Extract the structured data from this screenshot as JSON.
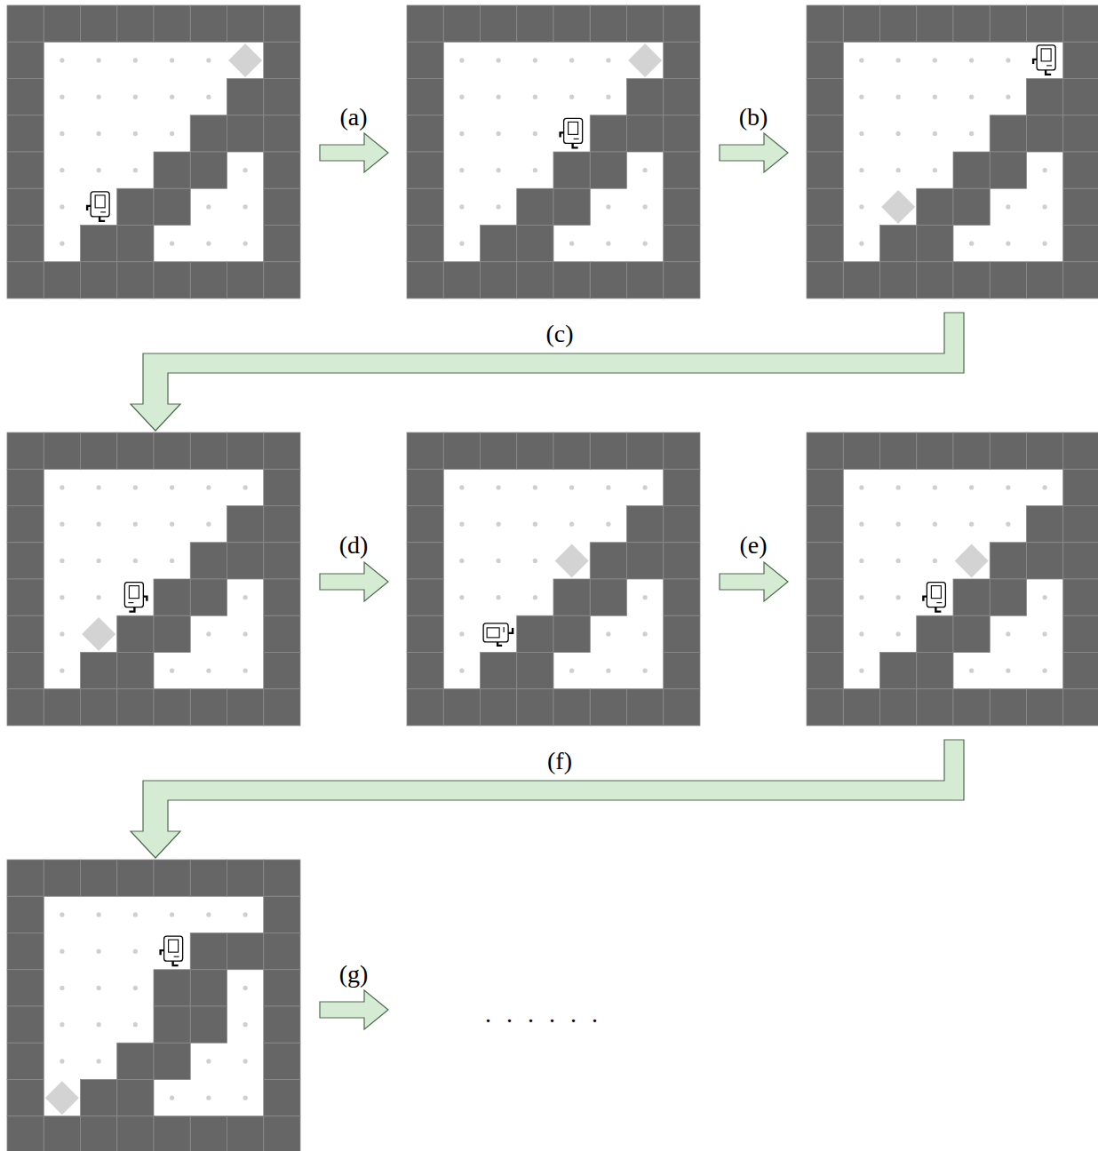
{
  "diagram": {
    "labels": [
      "(a)",
      "(b)",
      "(c)",
      "(d)",
      "(e)",
      "(f)",
      "(g)",
      "......"
    ]
  }
}
